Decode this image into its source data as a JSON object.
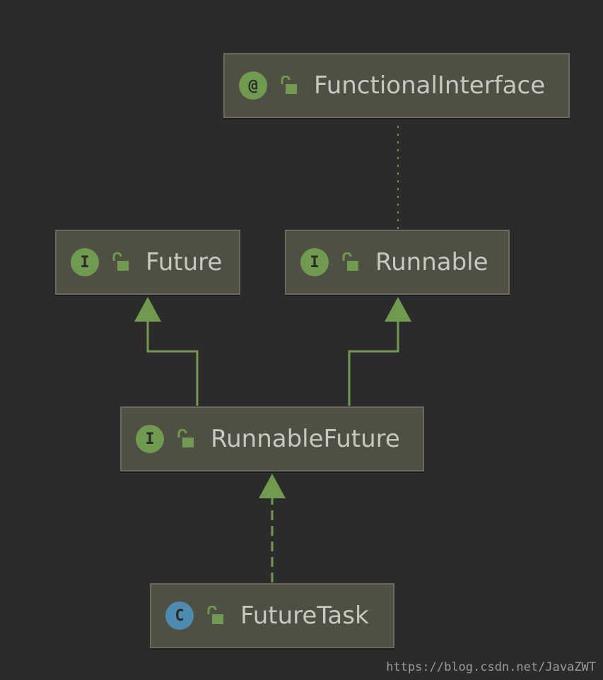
{
  "nodes": {
    "functional_interface": {
      "kind_letter": "@",
      "kind": "annotation",
      "label": "FunctionalInterface"
    },
    "future": {
      "kind_letter": "I",
      "kind": "interface",
      "label": "Future"
    },
    "runnable": {
      "kind_letter": "I",
      "kind": "interface",
      "label": "Runnable"
    },
    "runnable_future": {
      "kind_letter": "I",
      "kind": "interface",
      "label": "RunnableFuture"
    },
    "future_task": {
      "kind_letter": "C",
      "kind": "class",
      "label": "FutureTask"
    }
  },
  "edges": [
    {
      "from": "runnable",
      "to": "functional_interface",
      "style": "dotted"
    },
    {
      "from": "runnable_future",
      "to": "future",
      "style": "solid-arrow"
    },
    {
      "from": "runnable_future",
      "to": "runnable",
      "style": "solid-arrow"
    },
    {
      "from": "future_task",
      "to": "runnable_future",
      "style": "dashed-arrow"
    }
  ],
  "colors": {
    "background": "#2b2b2b",
    "node_fill": "#504f43",
    "interface_icon": "#6f9a4f",
    "class_icon": "#4f8bb0",
    "edge": "#6f9a4f"
  },
  "watermark": "https://blog.csdn.net/JavaZWT"
}
